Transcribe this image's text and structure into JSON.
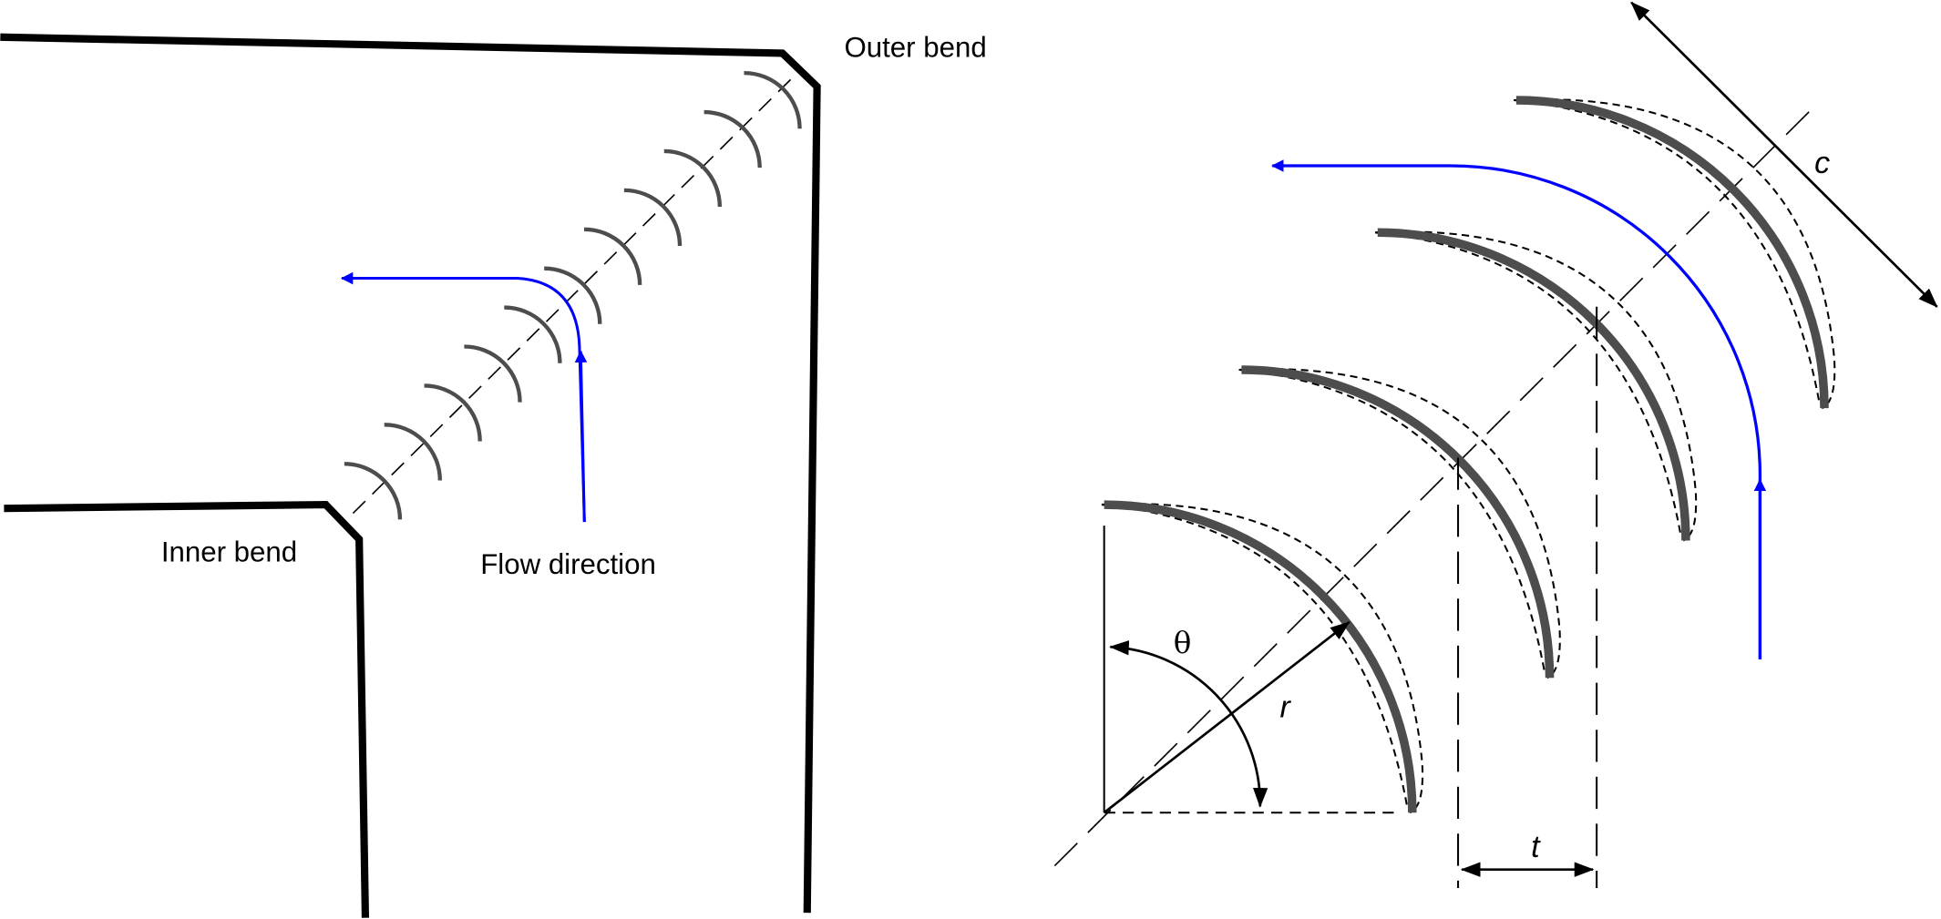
{
  "labels": {
    "outer_bend": "Outer bend",
    "inner_bend": "Inner bend",
    "flow_direction": "Flow direction",
    "theta": "θ",
    "radius": "r",
    "pitch": "t",
    "chord": "c"
  },
  "colors": {
    "wall": "#000000",
    "vane": "#4d4d4d",
    "flow": "#0000ff"
  }
}
